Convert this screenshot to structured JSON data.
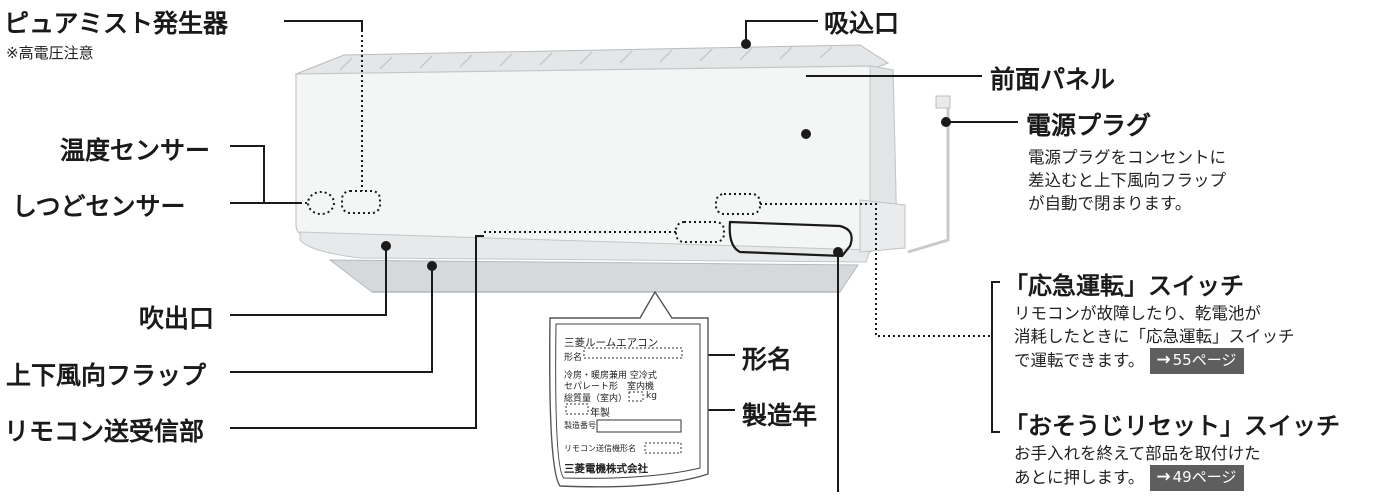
{
  "labels_left": {
    "pure_mist": "ピュアミスト発生器",
    "high_voltage": "※高電圧注意",
    "temp_sensor": "温度センサー",
    "humidity_sensor": "しつどセンサー",
    "outlet": "吹出口",
    "flap": "上下風向フラップ",
    "receiver": "リモコン送受信部"
  },
  "labels_right": {
    "intake": "吸込口",
    "front_panel": "前面パネル",
    "plug": "電源プラグ",
    "plug_desc": [
      "電源プラグをコンセントに",
      "差込むと上下風向フラップ",
      "が自動で閉まります。"
    ],
    "emergency_switch": "「応急運転」スイッチ",
    "emergency_desc": [
      "リモコンが故障したり、乾電池が",
      "消耗したときに「応急運転」スイッチ",
      "で運転できます。"
    ],
    "emergency_ref": "55ページ",
    "cleaning_switch": "「おそうじリセット」スイッチ",
    "cleaning_desc": [
      "お手入れを終えて部品を取付けた",
      "あとに押します。"
    ],
    "cleaning_ref": "49ページ",
    "model_name": "形名",
    "manufacture_year": "製造年"
  },
  "nameplate": {
    "brand": "三菱ルームエアコン",
    "model_label": "形名",
    "type_line1": "冷房・暖房兼用 空冷式",
    "type_line2": "セパレート形　室内機",
    "weight_label": "総質量（室内）",
    "weight_unit": "kg",
    "year_label": "年製",
    "serial_label": "製造番号",
    "remote_label": "リモコン送信機形名",
    "maker": "三菱電機株式会社"
  },
  "colors": {
    "unit": "#f3f4f4",
    "unit_edge": "#c9cccd",
    "flap": "#d4d7d9",
    "ref_bg": "#5e5e5e",
    "line": "#1a1a1a"
  }
}
